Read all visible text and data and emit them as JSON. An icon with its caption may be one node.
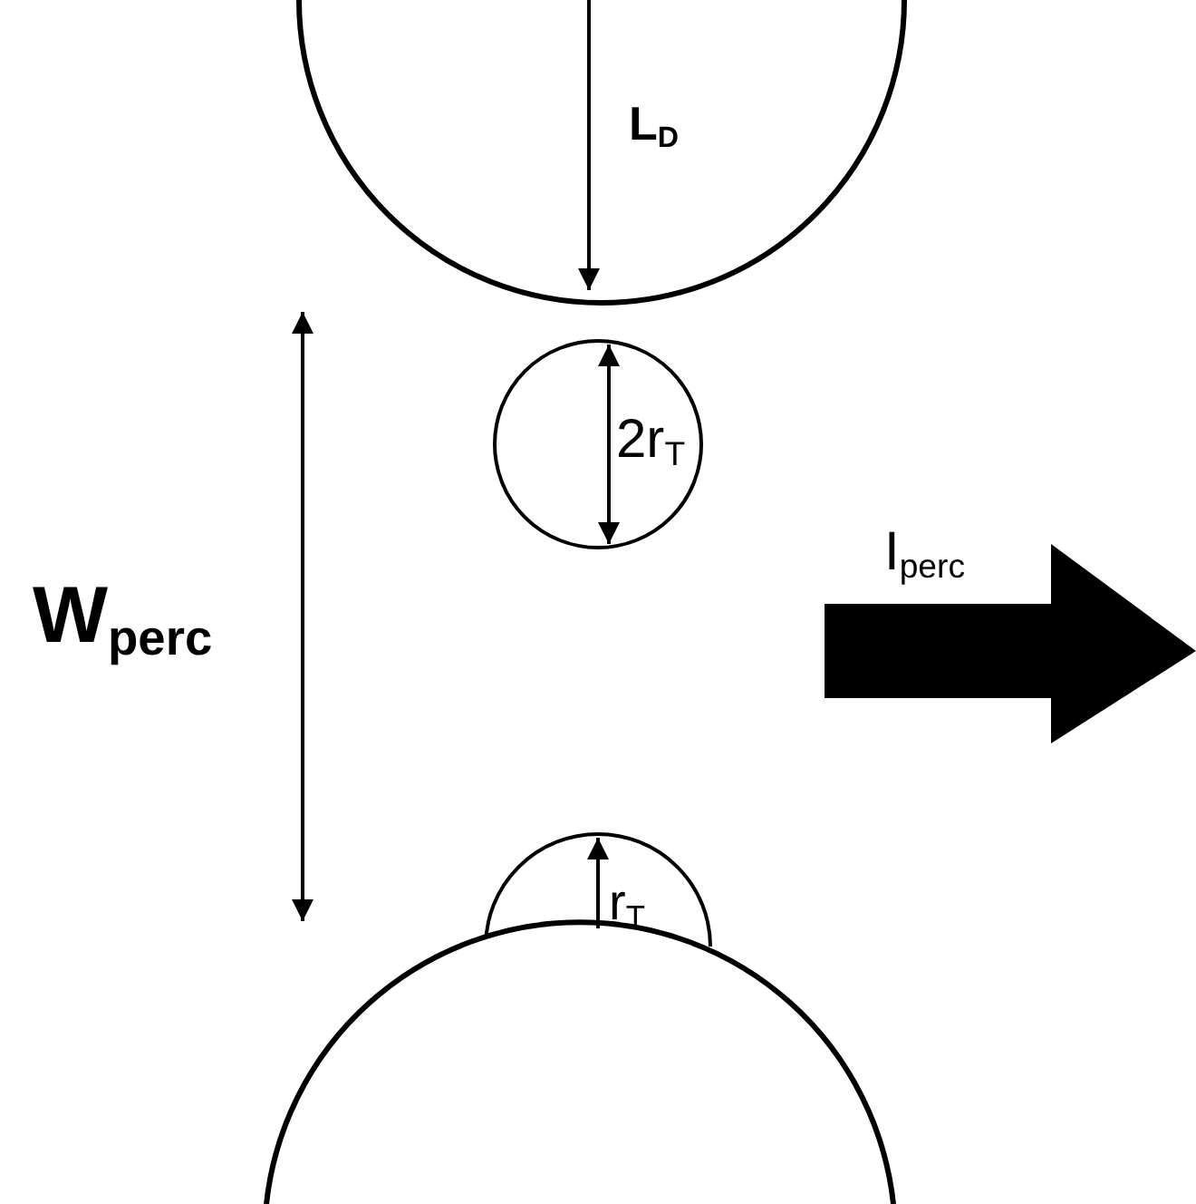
{
  "diagram": {
    "labels": [
      "L$_{D}$",
      "2r$_{T}$",
      "W$_{perc}$",
      "I$_{perc}$",
      "r$_{T}$"
    ]
  }
}
